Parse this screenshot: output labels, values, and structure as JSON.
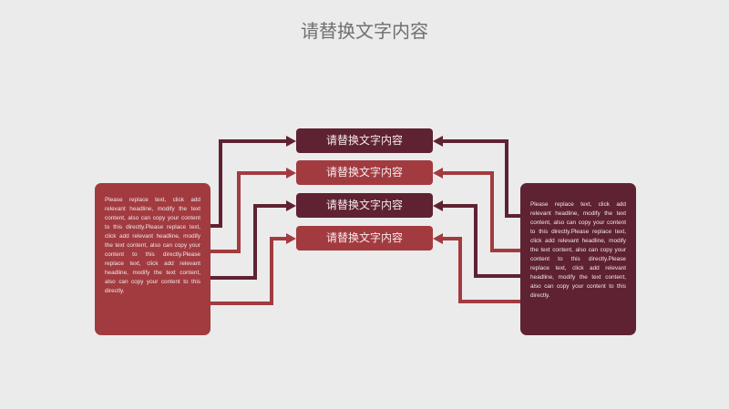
{
  "title": "请替换文字内容",
  "labels": [
    "请替换文字内容",
    "请替换文字内容",
    "请替换文字内容",
    "请替换文字内容"
  ],
  "left_text": "Please replace text, click add relevant headline, modify the text content, also can copy your content to this directly.Please replace text, click add relevant headline, modify the text content, also can copy your content to this directly.Please replace text, click add relevant headline, modify the text content, also can copy your content to this directly.",
  "right_text": "Please replace text, click add relevant headline, modify the text content, also can copy your content to this directly.Please replace text, click add relevant headline, modify the text content, also can copy your content to this directly.Please replace text, click add relevant headline, modify the text content, also can copy your content to this directly.",
  "colors": {
    "dark": "#5f2232",
    "red": "#a23b40",
    "background": "#ebebeb"
  }
}
